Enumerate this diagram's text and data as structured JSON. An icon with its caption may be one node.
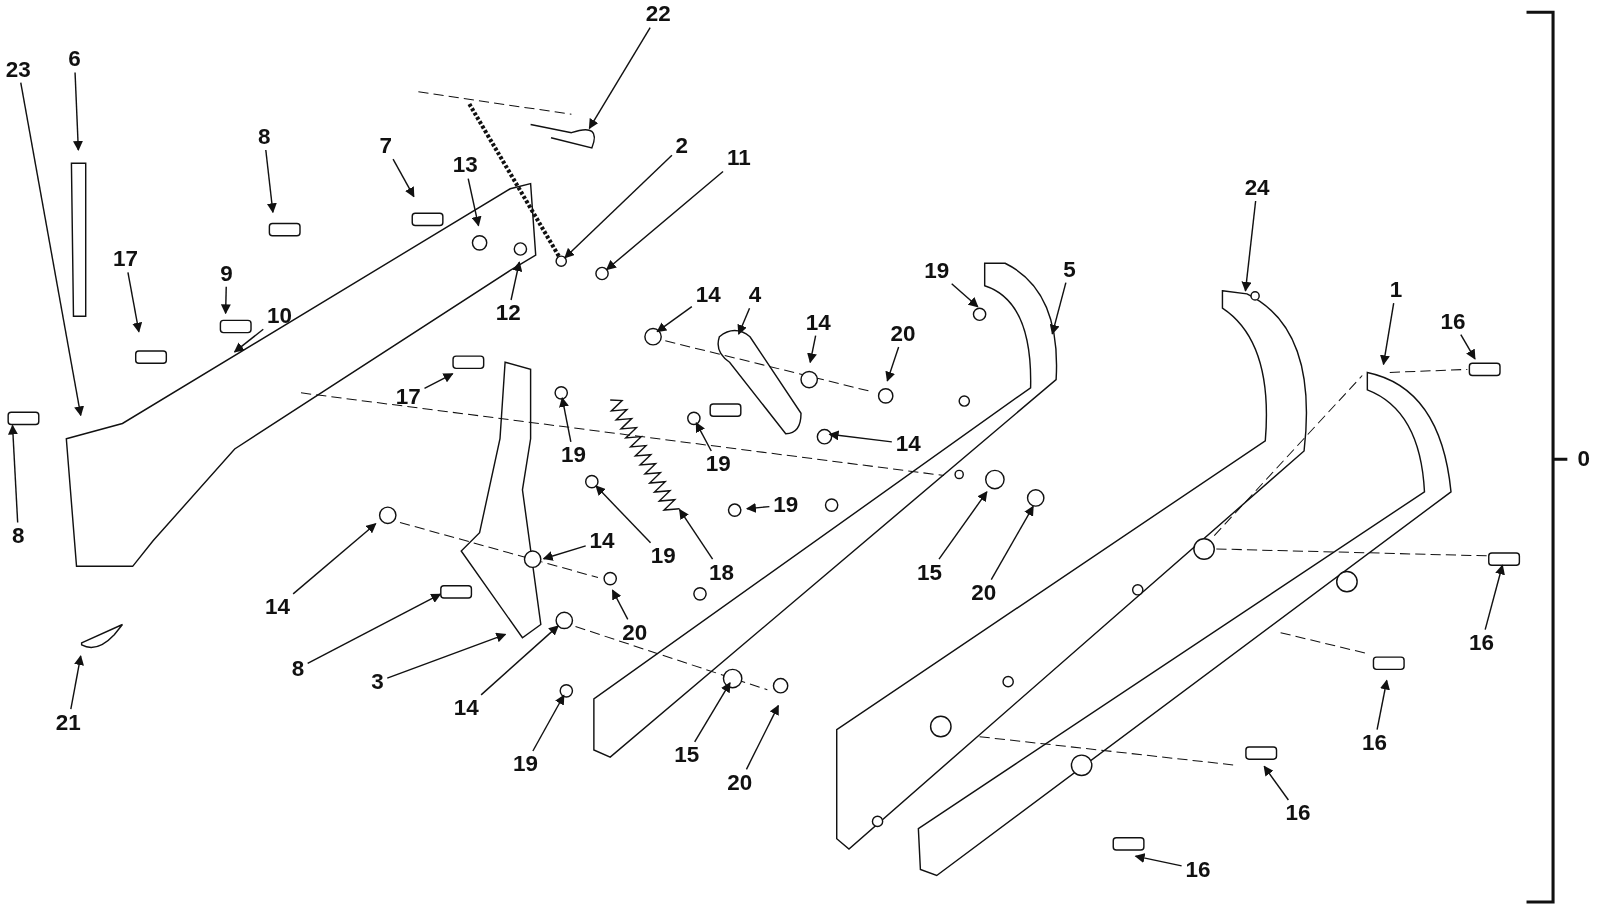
{
  "diagram": {
    "nodes": [
      {
        "text": [
          "22"
        ]
      },
      {
        "text": [
          "23"
        ]
      },
      {
        "text": [
          "6"
        ]
      },
      {
        "text": [
          "8"
        ]
      },
      {
        "text": [
          "7"
        ]
      },
      {
        "text": [
          "13"
        ]
      },
      {
        "text": [
          "2"
        ]
      },
      {
        "text": [
          "11"
        ]
      },
      {
        "text": [
          "24"
        ]
      },
      {
        "text": [
          "17"
        ]
      },
      {
        "text": [
          "9"
        ]
      },
      {
        "text": [
          "19"
        ]
      },
      {
        "text": [
          "5"
        ]
      },
      {
        "text": [
          "1"
        ]
      },
      {
        "text": [
          "14"
        ]
      },
      {
        "text": [
          "4"
        ]
      },
      {
        "text": [
          "12"
        ]
      },
      {
        "text": [
          "10"
        ]
      },
      {
        "text": [
          "14"
        ]
      },
      {
        "text": [
          "20"
        ]
      },
      {
        "text": [
          "16"
        ]
      },
      {
        "text": [
          "17"
        ]
      },
      {
        "text": [
          "14"
        ]
      },
      {
        "text": [
          "19"
        ]
      },
      {
        "text": [
          "19"
        ]
      },
      {
        "text": [
          "19"
        ]
      },
      {
        "text": [
          "8"
        ]
      },
      {
        "text": [
          "19"
        ]
      },
      {
        "text": [
          "18"
        ]
      },
      {
        "text": [
          "14"
        ]
      },
      {
        "text": [
          "14"
        ]
      },
      {
        "text": [
          "15"
        ]
      },
      {
        "text": [
          "20"
        ]
      },
      {
        "text": [
          "20"
        ]
      },
      {
        "text": [
          "16"
        ]
      },
      {
        "text": [
          "8"
        ]
      },
      {
        "text": [
          "3"
        ]
      },
      {
        "text": [
          "21"
        ]
      },
      {
        "text": [
          "14"
        ]
      },
      {
        "text": [
          "16"
        ]
      },
      {
        "text": [
          "19"
        ]
      },
      {
        "text": [
          "15"
        ]
      },
      {
        "text": [
          "20"
        ]
      },
      {
        "text": [
          "16"
        ]
      },
      {
        "text": [
          "16"
        ]
      },
      {
        "text": [],
        "shape": "circle"
      },
      {
        "text": [],
        "shape": "circle"
      },
      {
        "text": [],
        "shape": "picture"
      },
      {
        "text": [],
        "shape": "circle"
      },
      {
        "text": [],
        "shape": "box"
      },
      {
        "text": [],
        "shape": "circle"
      }
    ],
    "edges": [
      {
        "from": 0,
        "to": null,
        "arrow": "to"
      },
      {
        "from": 1,
        "to": null,
        "arrow": "to"
      },
      {
        "from": 2,
        "to": null,
        "arrow": "to"
      },
      {
        "from": 3,
        "to": null,
        "arrow": "to"
      },
      {
        "from": 4,
        "to": null,
        "arrow": "to"
      },
      {
        "from": 5,
        "to": null,
        "arrow": "to"
      },
      {
        "from": 6,
        "to": 45,
        "arrow": "to"
      },
      {
        "from": 7,
        "to": 50,
        "arrow": "to"
      },
      {
        "from": 8,
        "to": null,
        "arrow": "to"
      },
      {
        "from": 9,
        "to": null,
        "arrow": "to"
      },
      {
        "from": 10,
        "to": null,
        "arrow": "to"
      },
      {
        "from": 11,
        "to": null,
        "arrow": "to"
      },
      {
        "from": 12,
        "to": null,
        "arrow": "to"
      },
      {
        "from": 13,
        "to": null,
        "arrow": "to"
      },
      {
        "from": 14,
        "to": null,
        "arrow": "to"
      },
      {
        "from": 15,
        "to": null,
        "arrow": "to"
      },
      {
        "from": 16,
        "to": null,
        "arrow": "to"
      },
      {
        "from": 17,
        "to": null,
        "arrow": "to"
      },
      {
        "from": 18,
        "to": null,
        "arrow": "to"
      },
      {
        "from": 19,
        "to": null,
        "arrow": "to"
      },
      {
        "from": 20,
        "to": null,
        "arrow": "to"
      },
      {
        "from": 21,
        "to": null,
        "arrow": "to"
      },
      {
        "from": 22,
        "to": null,
        "arrow": "to"
      },
      {
        "from": 23,
        "to": null,
        "arrow": "to"
      },
      {
        "from": 24,
        "to": null,
        "arrow": "to"
      },
      {
        "from": 25,
        "to": null,
        "arrow": "to"
      },
      {
        "from": 26,
        "to": null,
        "arrow": "to"
      },
      {
        "from": 27,
        "to": 46,
        "arrow": "to"
      },
      {
        "from": 28,
        "to": 47,
        "arrow": "to"
      },
      {
        "from": 29,
        "to": null,
        "arrow": "to"
      },
      {
        "from": 30,
        "to": null,
        "arrow": "to"
      },
      {
        "from": 31,
        "to": null,
        "arrow": "to"
      },
      {
        "from": 32,
        "to": null,
        "arrow": "to"
      },
      {
        "from": 33,
        "to": null,
        "arrow": "to"
      },
      {
        "from": 34,
        "to": 49,
        "arrow": "to"
      },
      {
        "from": 35,
        "to": null,
        "arrow": "to"
      },
      {
        "from": 36,
        "to": null,
        "arrow": "to"
      },
      {
        "from": 37,
        "to": null,
        "arrow": "to"
      },
      {
        "from": 38,
        "to": 48,
        "arrow": "to"
      },
      {
        "from": 39,
        "to": null,
        "arrow": "to"
      },
      {
        "from": 40,
        "to": null,
        "arrow": "to"
      },
      {
        "from": 41,
        "to": null,
        "arrow": "to"
      },
      {
        "from": 42,
        "to": null,
        "arrow": "to"
      },
      {
        "from": 43,
        "to": null,
        "arrow": "to"
      },
      {
        "from": 44,
        "to": null,
        "arrow": "to"
      }
    ],
    "labels": [
      "0"
    ]
  }
}
